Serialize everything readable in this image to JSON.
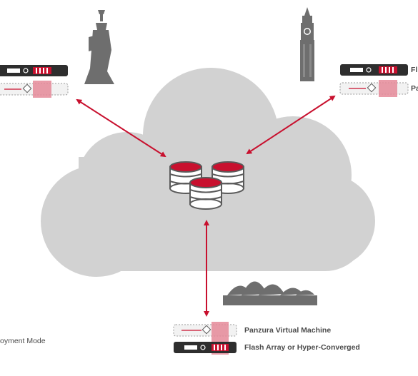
{
  "colors": {
    "cloud": "#d2d2d2",
    "accent": "#c8102e",
    "landmark": "#6e6e6e",
    "device_dark": "#2e2e2e",
    "text": "#4a4a4a"
  },
  "icons": {
    "landmark_left": "statue-of-liberty-icon",
    "landmark_right": "big-ben-icon",
    "landmark_bottom": "sydney-opera-house-icon",
    "center": "database-cluster-icon",
    "device_physical": "flash-array-device-icon",
    "device_virtual": "panzura-vm-icon"
  },
  "labels": {
    "bottom_vm": "Panzura Virtual Machine",
    "bottom_array": "Flash Array or Hyper-Converged",
    "right_array_partial": "Fl",
    "right_vm_partial": "Pa",
    "left_mode_partial": "oyment Mode"
  }
}
